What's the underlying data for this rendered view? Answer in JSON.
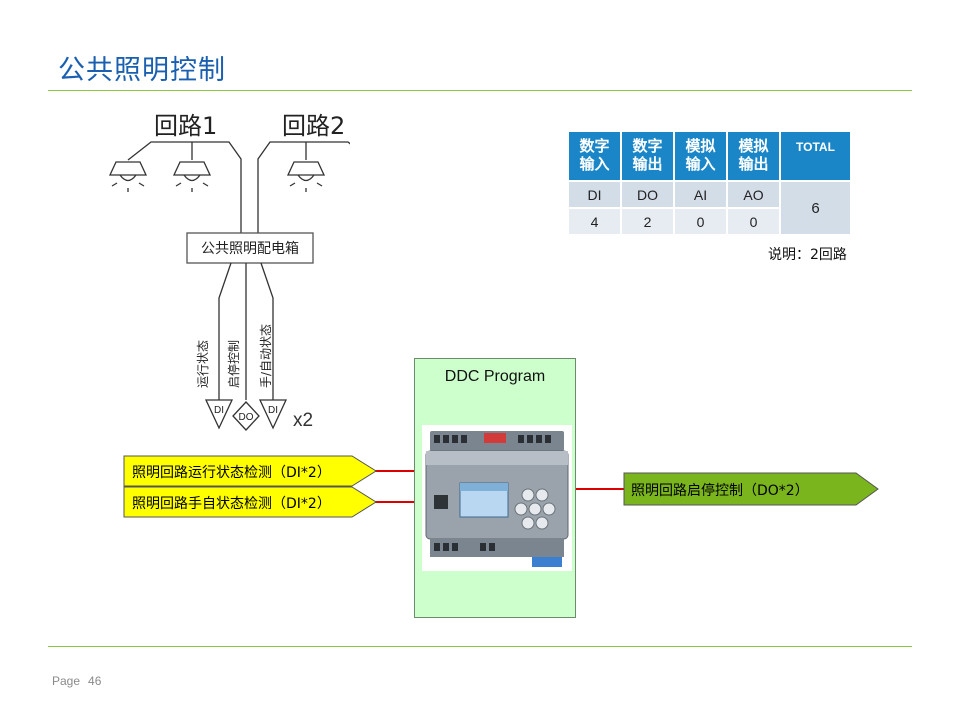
{
  "header": {
    "title": "公共照明控制"
  },
  "wiring": {
    "loop1_label": "回路1",
    "loop2_label": "回路2",
    "panel_label": "公共照明配电箱",
    "signals": [
      "运行状态",
      "启停控制",
      "手/自动状态"
    ],
    "terminals": [
      "DI",
      "DO",
      "DI"
    ],
    "multiplier": "x2"
  },
  "io_table": {
    "headers": [
      [
        "数字",
        "输入"
      ],
      [
        "数字",
        "输出"
      ],
      [
        "模拟",
        "输入"
      ],
      [
        "模拟",
        "输出"
      ]
    ],
    "total_header": "TOTAL",
    "types": [
      "DI",
      "DO",
      "AI",
      "AO"
    ],
    "counts": [
      "4",
      "2",
      "0",
      "0"
    ],
    "total": "6",
    "note": "说明：2回路"
  },
  "ddc": {
    "title": "DDC Program"
  },
  "signals_in": [
    {
      "label": "照明回路运行状态检测（DI*2）",
      "color": "#ffff00"
    },
    {
      "label": "照明回路手自状态检测（DI*2）",
      "color": "#ffff00"
    }
  ],
  "signals_out": [
    {
      "label": "照明回路启停控制（DO*2）",
      "color": "#7ab51d"
    }
  ],
  "colors": {
    "accent": "#1a86c8",
    "rule": "#8dc63f",
    "signal_line": "#dd0000",
    "ddc_fill": "#ccffcc"
  },
  "footer": {
    "page_label": "Page",
    "page_number": "46"
  }
}
